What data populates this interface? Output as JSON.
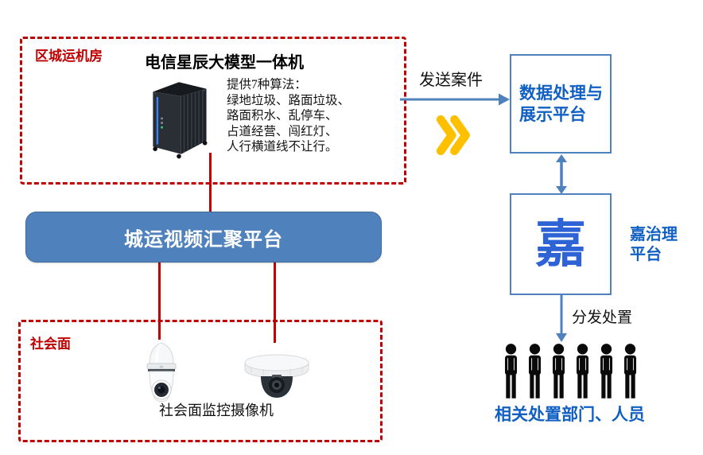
{
  "colors": {
    "dashed_red": "#C00000",
    "steel_blue": "#4F81BD",
    "deep_text_blue": "#1060C4",
    "chevron_yellow": "#FFC000",
    "logo_blue": "#2E63D6"
  },
  "machine_room": {
    "label": "区城运机房",
    "device_title": "电信星辰大模型一体机",
    "device_icon": "edge-ai-server",
    "algorithm_lines": [
      "提供7种算法：",
      "绿地垃圾、路面垃圾、",
      "路面积水、乱停车、",
      "占道经营、闯红灯、",
      "人行横道线不让行。"
    ]
  },
  "video_hub": {
    "label": "城运视频汇聚平台"
  },
  "society": {
    "label": "社会面",
    "caption": "社会面监控摄像机",
    "camera_icons": [
      "ptz-dome-camera",
      "fixed-dome-camera"
    ]
  },
  "flow": {
    "send_case_label": "发送案件",
    "dispatch_label": "分发处置"
  },
  "data_platform": {
    "line1": "数据处理与",
    "line2": "展示平台"
  },
  "jia_platform": {
    "logo_char": "嘉",
    "label_line1": "嘉治理",
    "label_line2": "平台"
  },
  "recipients": {
    "caption": "相关处置部门、人员",
    "people_count": 6
  }
}
